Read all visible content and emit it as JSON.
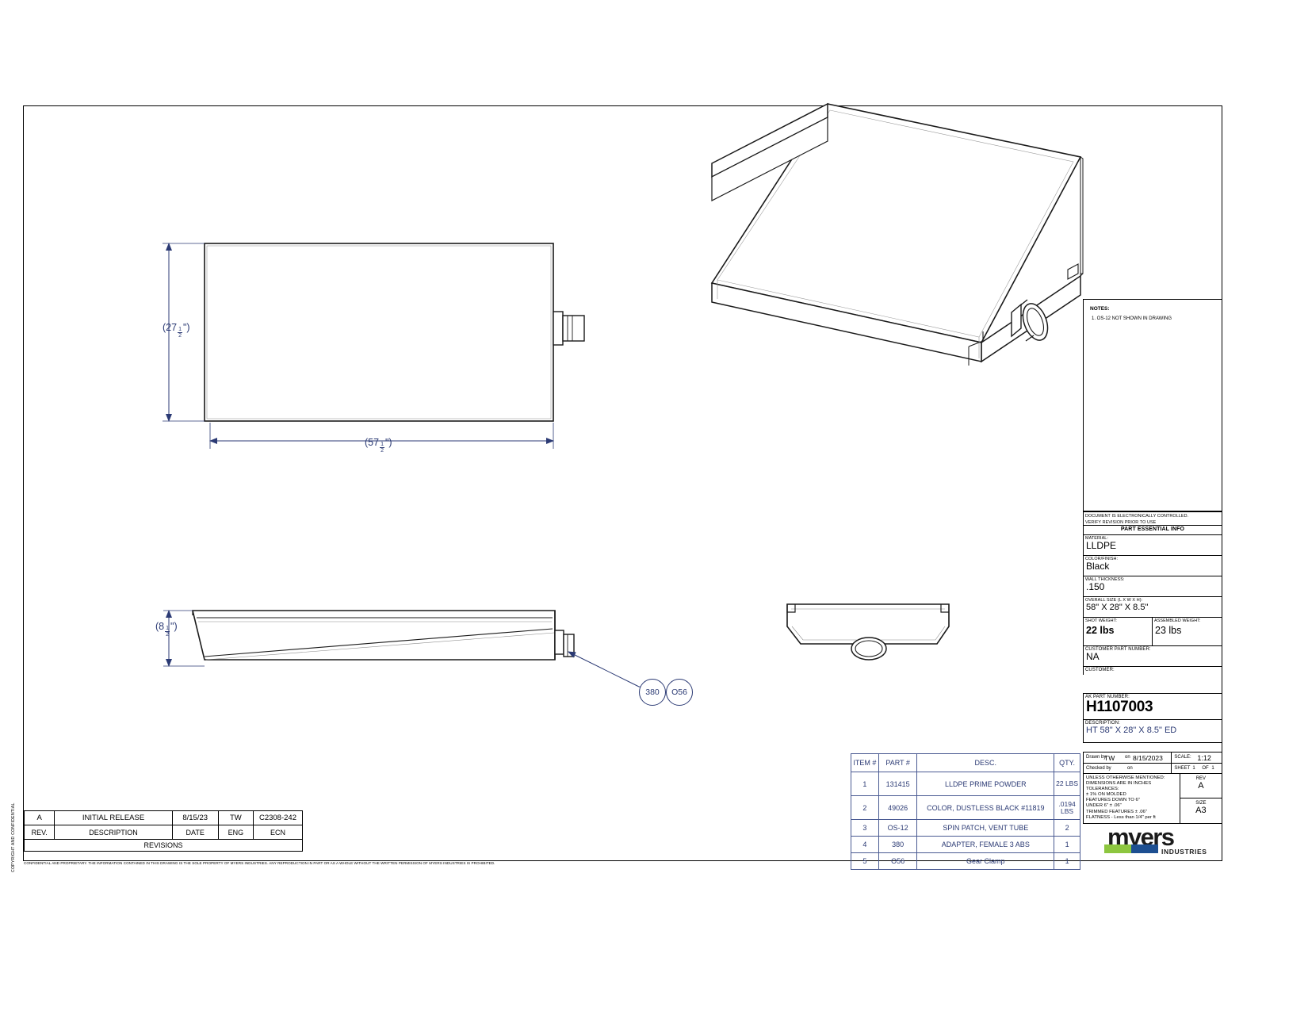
{
  "drawing": {
    "side_strip_text": "COPYRIGHT AND CONFIDENTIAL",
    "bottom_disclaimer": "CONFIDENTIAL AND PROPRIETARY. THE INFORMATION CONTAINED IN THIS DRAWING IS THE SOLE PROPERTY OF MYERS INDUSTRIES. ANY REPRODUCTION IN PART OR AS A WHOLE WITHOUT THE WRITTEN PERMISSION OF MYERS INDUSTRIES IS PROHIBITED."
  },
  "notes": {
    "title": "NOTES:",
    "items": [
      "1. OS-12 NOT SHOWN IN DRAWING"
    ]
  },
  "dimensions": {
    "top_view_height": {
      "whole": "27",
      "num": "1",
      "den": "2",
      "unit": "\""
    },
    "top_view_width": {
      "whole": "57",
      "num": "1",
      "den": "2",
      "unit": "\""
    },
    "side_view_height": {
      "whole": "8",
      "num": "1",
      "den": "2",
      "unit": "\""
    }
  },
  "balloons": [
    {
      "label": "380"
    },
    {
      "label": "O56"
    }
  ],
  "revisions": {
    "title": "REVISIONS",
    "headers": [
      "REV.",
      "DESCRIPTION",
      "DATE",
      "ENG",
      "ECN"
    ],
    "rows": [
      {
        "rev": "A",
        "description": "INITIAL RELEASE",
        "date": "8/15/23",
        "eng": "TW",
        "ecn": "C2308-242"
      }
    ]
  },
  "bom": {
    "headers": [
      "ITEM #",
      "PART #",
      "DESC.",
      "QTY."
    ],
    "rows": [
      {
        "item": "1",
        "part": "131415",
        "desc": "LLDPE PRIME POWDER",
        "qty": "22 LBS"
      },
      {
        "item": "2",
        "part": "49026",
        "desc": "COLOR, DUSTLESS BLACK #11819",
        "qty": ".0194 LBS"
      },
      {
        "item": "3",
        "part": "OS-12",
        "desc": "SPIN PATCH, VENT TUBE",
        "qty": "2"
      },
      {
        "item": "4",
        "part": "380",
        "desc": "ADAPTER, FEMALE 3  ABS",
        "qty": "1"
      },
      {
        "item": "5",
        "part": "O56",
        "desc": "Gear Clamp",
        "qty": "1"
      }
    ]
  },
  "title_block": {
    "doc_control_line1": "DOCUMENT IS ELECTRONICALLY CONTROLLED.",
    "doc_control_line2": "VERIFY REVISION PRIOR TO USE",
    "essential_info_title": "PART ESSENTIAL INFO",
    "material_label": "MATERIAL:",
    "material_value": "LLDPE",
    "color_label": "COLOR/FINISH:",
    "color_value": "Black",
    "wall_thickness_label": "WALL THICKNESS:",
    "wall_thickness_value": ".150",
    "size_label": "OVERALL SIZE (L X W X H):",
    "size_value": "58\" X 28\" X 8.5\"",
    "shot_weight_label": "SHOT WEIGHT:",
    "shot_weight_value": "22 lbs",
    "assembly_weight_label": "ASSEMBLED WEIGHT:",
    "assembly_weight_value": "23 lbs",
    "customer_part_label": "CUSTOMER PART NUMBER:",
    "customer_part_value": "NA",
    "customer_label": "CUSTOMER:",
    "customer_value": "",
    "ak_part_label": "AK PART NUMBER:",
    "ak_part_value": "H1107003",
    "description_label": "DESCRIPTION:",
    "description_value": "HT 58\" X 28\" X 8.5\" ED",
    "drawn_by_label": "Drawn by",
    "drawn_by_value": "TW",
    "drawn_on_label": "on",
    "drawn_on_value": "8/15/2023",
    "checked_by_label": "Checked by",
    "checked_on_label": "on",
    "checked_by_value": "",
    "checked_on_value": "",
    "scale_label": "SCALE:",
    "scale_value": "1:12",
    "sheet_label": "SHEET",
    "sheet_value": "1",
    "sheet_of_label": "OF",
    "sheet_of_value": "1",
    "tolerance_lines": [
      "UNLESS OTHERWISE MENTIONED:",
      "DIMENSIONS ARE IN INCHES",
      "TOLERANCES:",
      "± 1% ON MOLDED",
      "FEATURES DOWN TO 6\"",
      "UNDER 6\" ± .06\"",
      "TRIMMED FEATURES ± .06\"",
      "FLATNESS - Less than 1/4\" per ft"
    ],
    "rev_label": "REV",
    "rev_value": "A",
    "size_code_label": "SIZE",
    "size_code_value": "A3"
  },
  "logo": {
    "word": "myers",
    "sub": "INDUSTRIES",
    "green": "#8dc63f",
    "blue": "#1d4f91"
  }
}
